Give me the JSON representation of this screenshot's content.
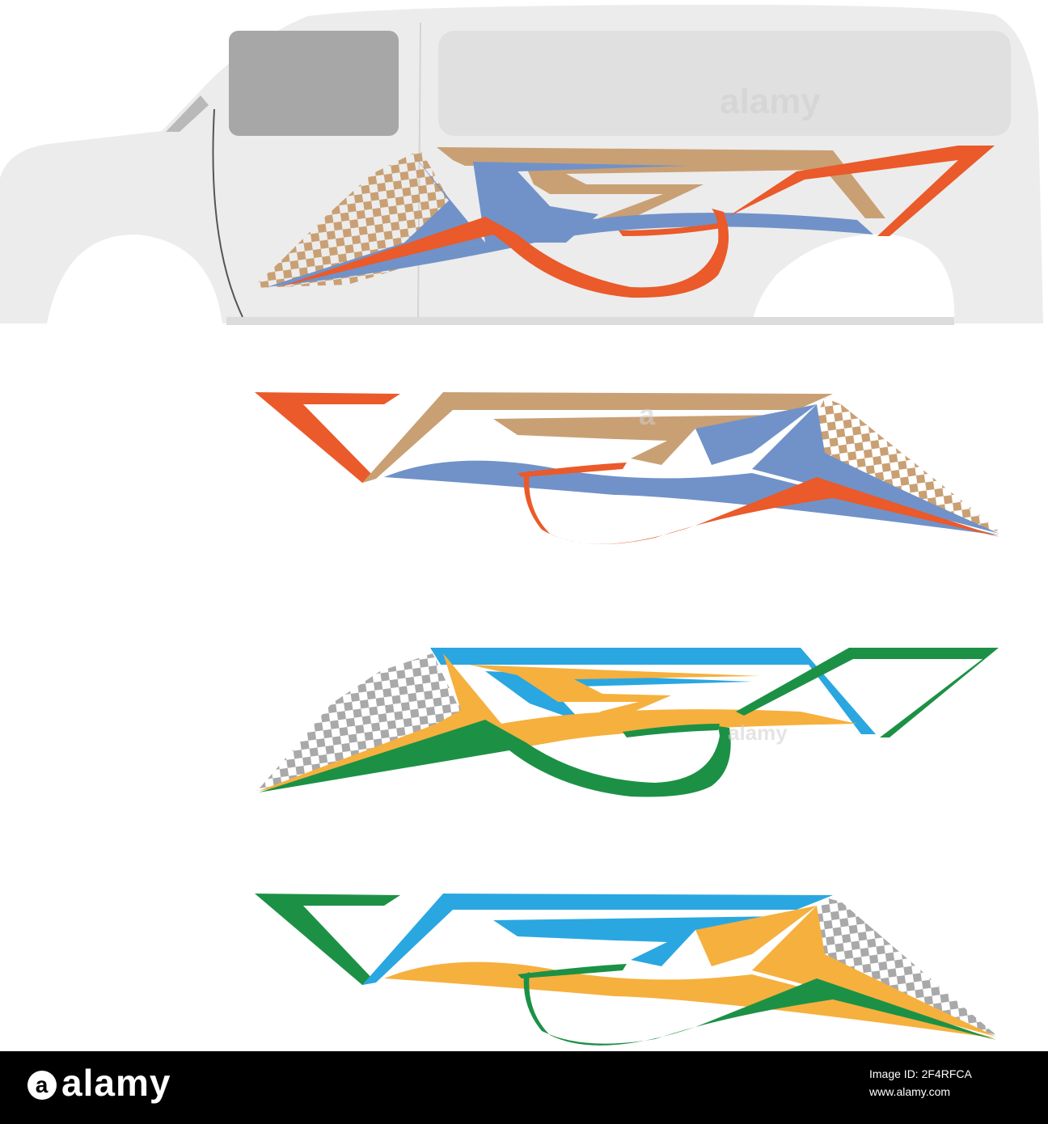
{
  "watermark": {
    "brand": "alamy",
    "mark": "a"
  },
  "footer": {
    "logo": "alamy",
    "image_id": "Image ID: 2F4RFCA",
    "url": "www.alamy.com"
  },
  "colors": {
    "van_body": "#ececec",
    "van_window": "#e0e0e0",
    "van_front_window": "#a7a7a7",
    "orange": "#ea5a2a",
    "tan": "#c9a074",
    "blue": "#7192c8",
    "sky_blue": "#2aa7e0",
    "yellow_orange": "#f6b03e",
    "green": "#1c9146",
    "checker_gray": "#a9a9a9"
  }
}
